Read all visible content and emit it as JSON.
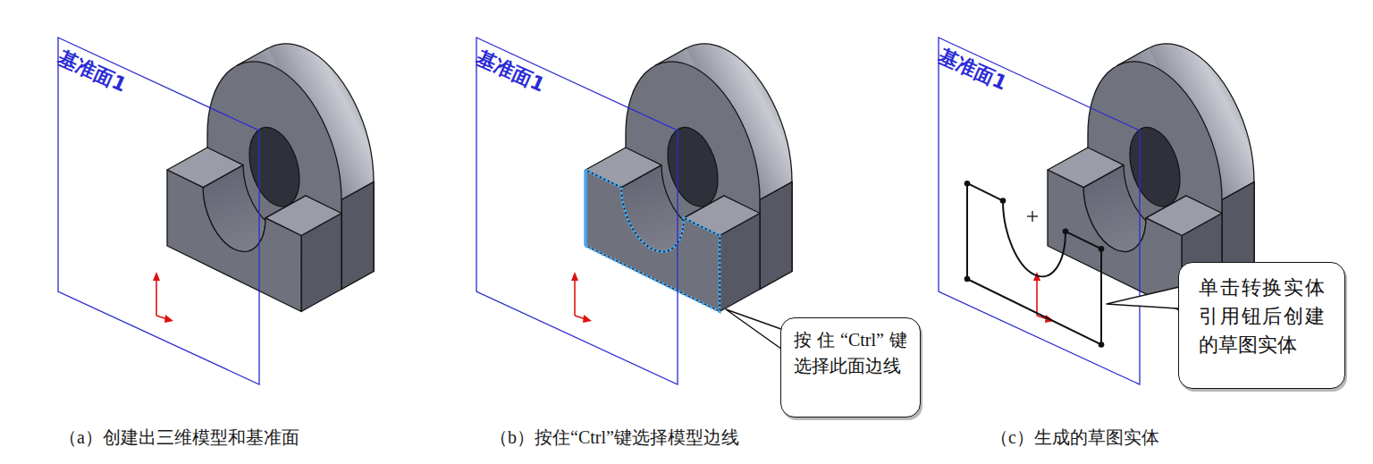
{
  "diagram": {
    "nodes": [
      {
        "text": [
          "按住“Ctrl”键选择此面边线"
        ]
      },
      {
        "text": [
          "单击转换实体引用钮后创建的草图实体"
        ]
      }
    ],
    "labels": [
      "基准面1",
      "基准面1",
      "基准面1",
      "（a）创建出三维模型和基准面",
      "（b）按住“Ctrl”键选择模型边线",
      "（c）生成的草图实体"
    ]
  }
}
